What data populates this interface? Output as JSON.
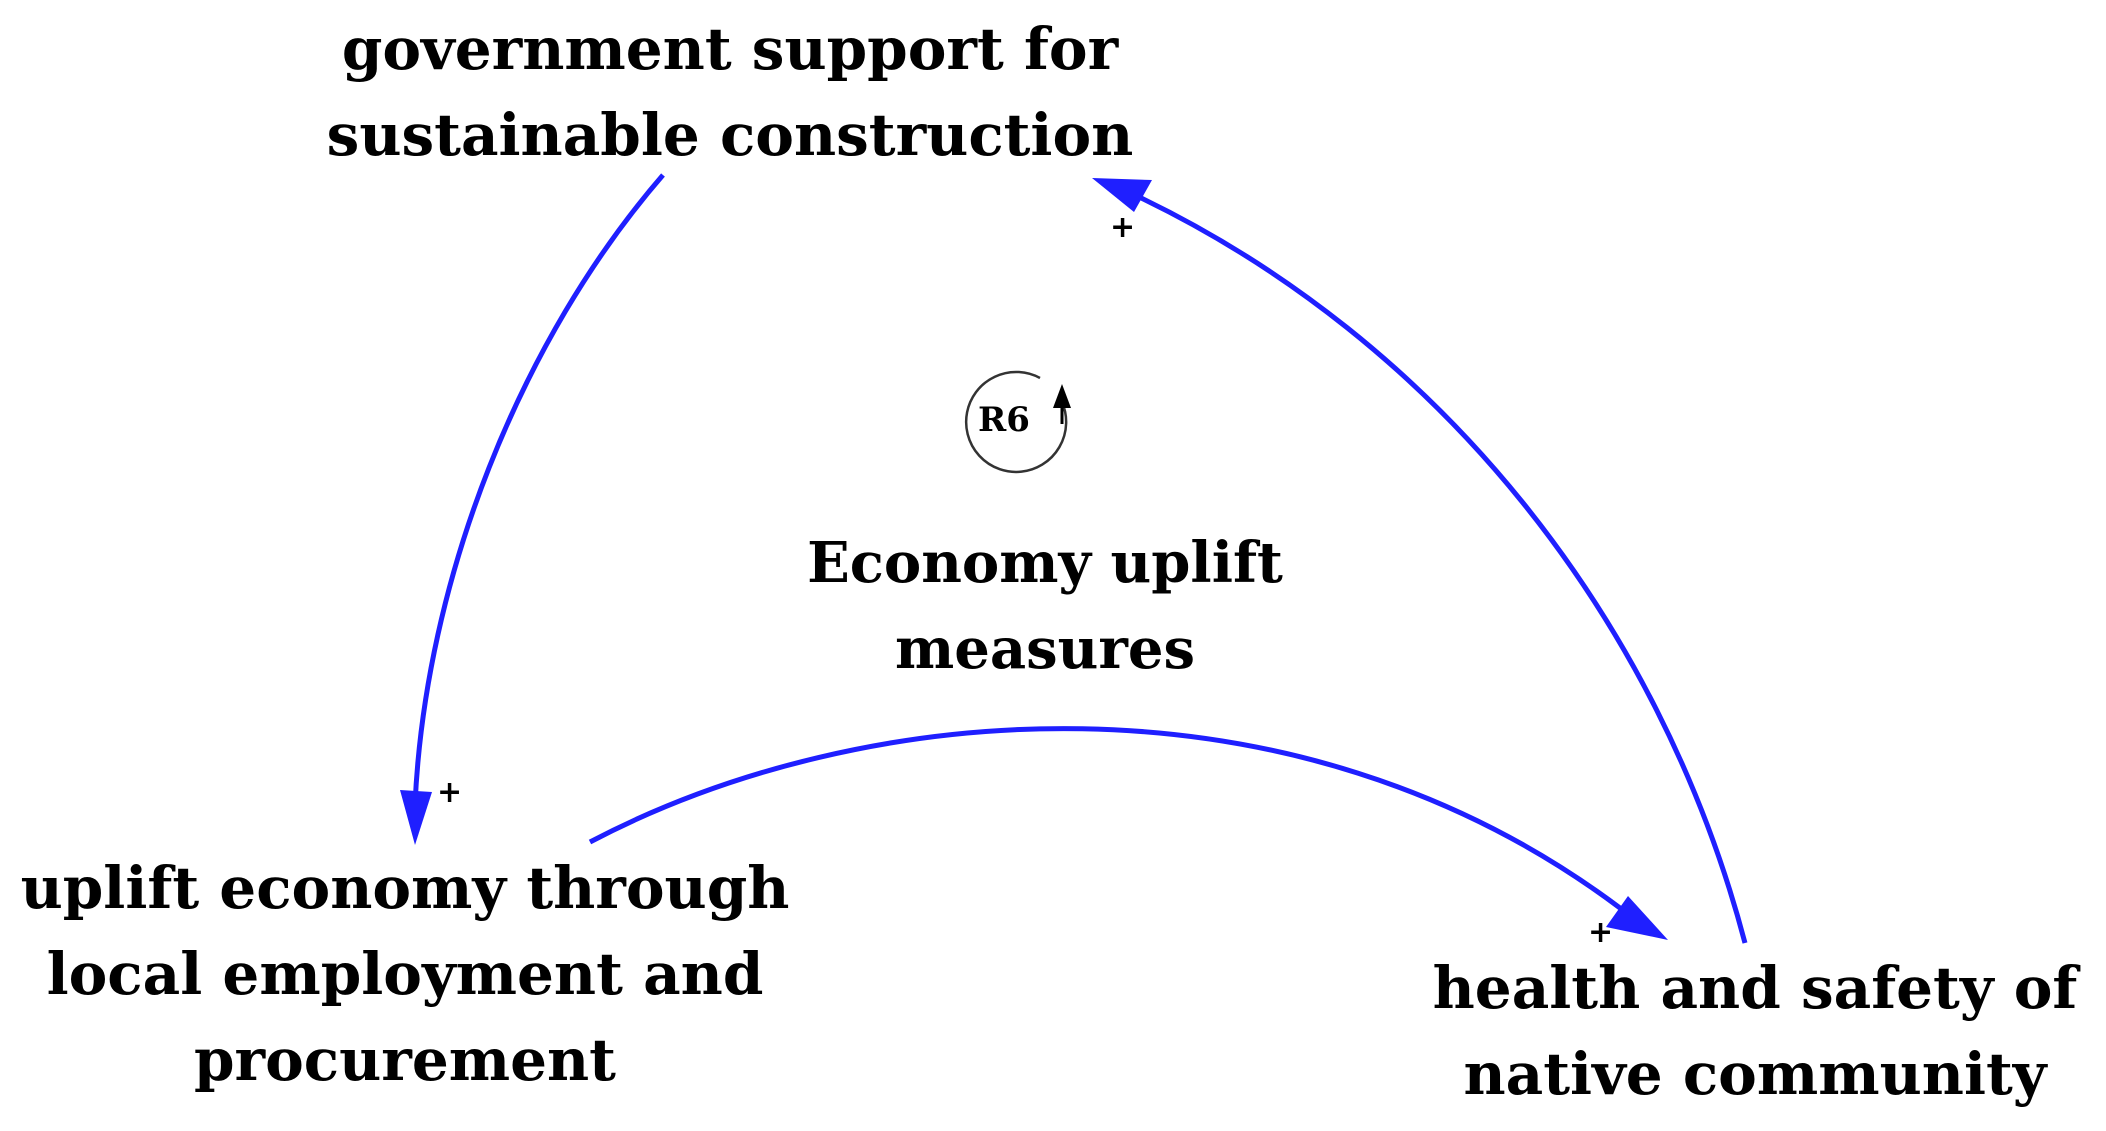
{
  "diagram": {
    "nodes": {
      "government": {
        "lines": [
          "government support for",
          "sustainable construction"
        ]
      },
      "uplift": {
        "lines": [
          "uplift economy through",
          "local employment and",
          "procurement"
        ]
      },
      "health": {
        "lines": [
          "health and safety of",
          "native community"
        ]
      }
    },
    "loop": {
      "id": "R6",
      "title_lines": [
        "Economy uplift",
        "measures"
      ]
    },
    "links": [
      {
        "from": "government",
        "to": "uplift",
        "polarity": "+"
      },
      {
        "from": "uplift",
        "to": "health",
        "polarity": "+"
      },
      {
        "from": "health",
        "to": "government",
        "polarity": "+"
      }
    ],
    "colors": {
      "arrow": "#1f1fff",
      "text": "#000000",
      "loop_circle": "#333333"
    }
  }
}
